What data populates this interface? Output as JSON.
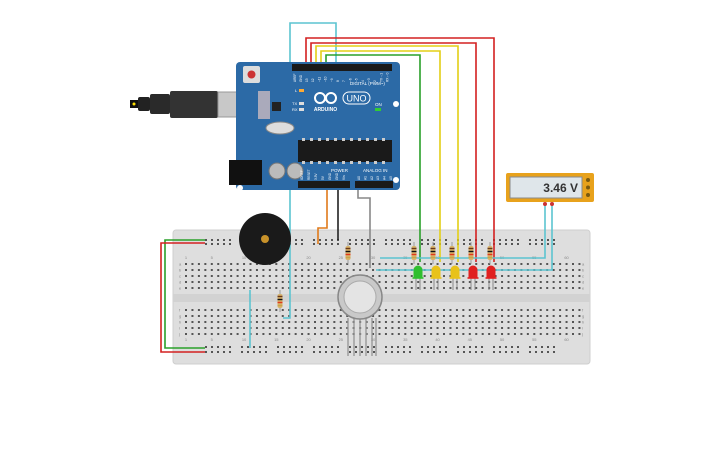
{
  "arduino": {
    "brand": "ARDUINO",
    "model": "UNO",
    "digital_header": "DIGITAL (PWM~)",
    "power_label": "POWER",
    "analog_label": "ANALOG IN",
    "on_label": "ON",
    "l_label": "L",
    "tx_label": "TX",
    "rx_label": "RX",
    "aref_label": "AREF",
    "gnd_label": "GND",
    "digital_pins": [
      "13",
      "12",
      "~11",
      "~10",
      "~9",
      "8",
      "7",
      "~6",
      "~5",
      "4",
      "~3",
      "2",
      "TX→1",
      "RX←0"
    ],
    "power_pins": [
      "IOREF",
      "RESET",
      "3.3V",
      "5V",
      "GND",
      "GND",
      "Vin"
    ],
    "analog_pins": [
      "A0",
      "A1",
      "A2",
      "A3",
      "A4",
      "A5"
    ]
  },
  "multimeter": {
    "reading": "3.46 V"
  },
  "breadboard": {
    "row_letters_top": [
      "a",
      "b",
      "c",
      "d",
      "e"
    ],
    "row_letters_bottom": [
      "f",
      "g",
      "h",
      "i",
      "j"
    ],
    "column_numbers": [
      "1",
      "5",
      "10",
      "15",
      "20",
      "25",
      "30",
      "35",
      "40",
      "45",
      "50",
      "55",
      "60"
    ]
  },
  "components": {
    "leds": [
      {
        "color": "#2fbf2f"
      },
      {
        "color": "#e8c21a"
      },
      {
        "color": "#e8c21a"
      },
      {
        "color": "#e02020"
      },
      {
        "color": "#e02020"
      }
    ],
    "buzzer_icon": "piezo-buzzer-icon",
    "gas_sensor_icon": "gas-sensor-icon",
    "usb_icon": "usb-cable-icon"
  },
  "colors": {
    "board": "#2c6aa6",
    "wire_red": "#d42020",
    "wire_green": "#2aa02a",
    "wire_yellow": "#e3cf16",
    "wire_cyan": "#5cc4d0",
    "wire_orange": "#e07a1a",
    "wire_black": "#222222",
    "wire_gray": "#888888",
    "meter_body": "#e8a21c"
  }
}
